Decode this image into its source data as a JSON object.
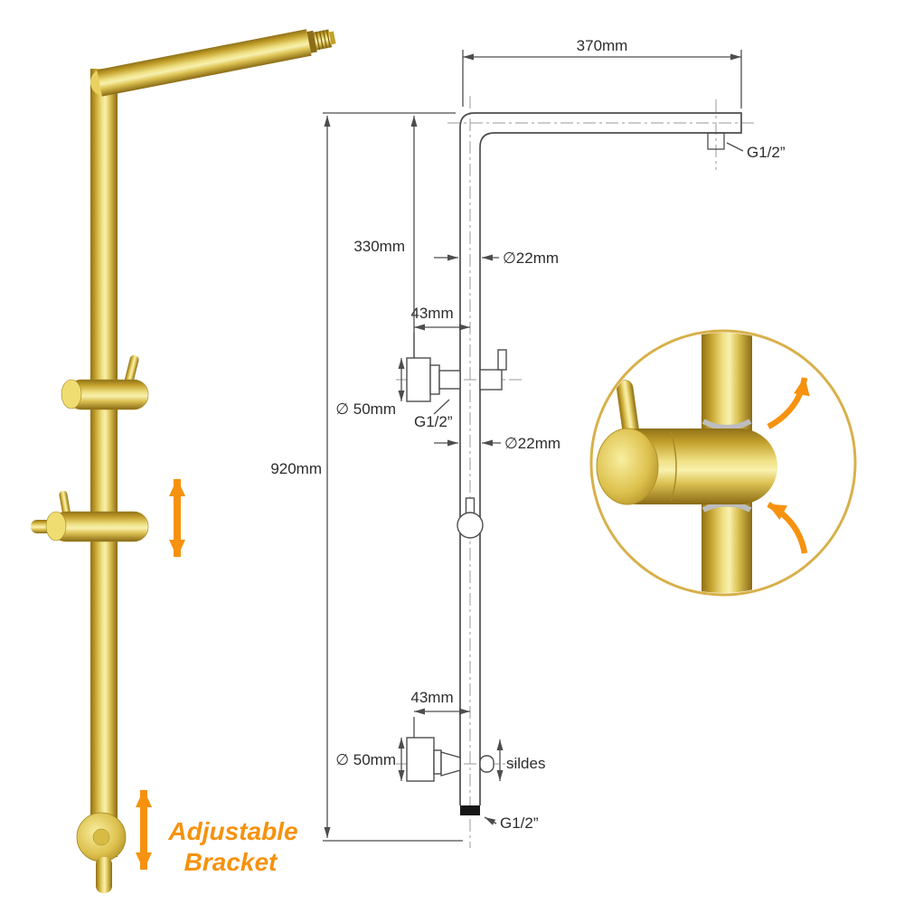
{
  "colors": {
    "background": "#ffffff",
    "gold": "#d9bc45",
    "orange": "#f6920e",
    "line": "#4d4d4d"
  },
  "product": {
    "annotation_line1": "Adjustable",
    "annotation_line2": "Bracket"
  },
  "dimensions": {
    "arm_length": "370mm",
    "thread_top": "G1/2”",
    "upper_section_height": "330mm",
    "pipe_diameter_upper": "∅22mm",
    "bracket_depth_upper": "43mm",
    "bracket_diameter_upper": "∅ 50mm",
    "thread_mid": "G1/2”",
    "pipe_diameter_mid": "∅22mm",
    "total_height": "920mm",
    "bracket_depth_lower": "43mm",
    "bracket_diameter_lower": "∅ 50mm",
    "slides_label": "sildes",
    "thread_bottom": "G1/2”"
  }
}
